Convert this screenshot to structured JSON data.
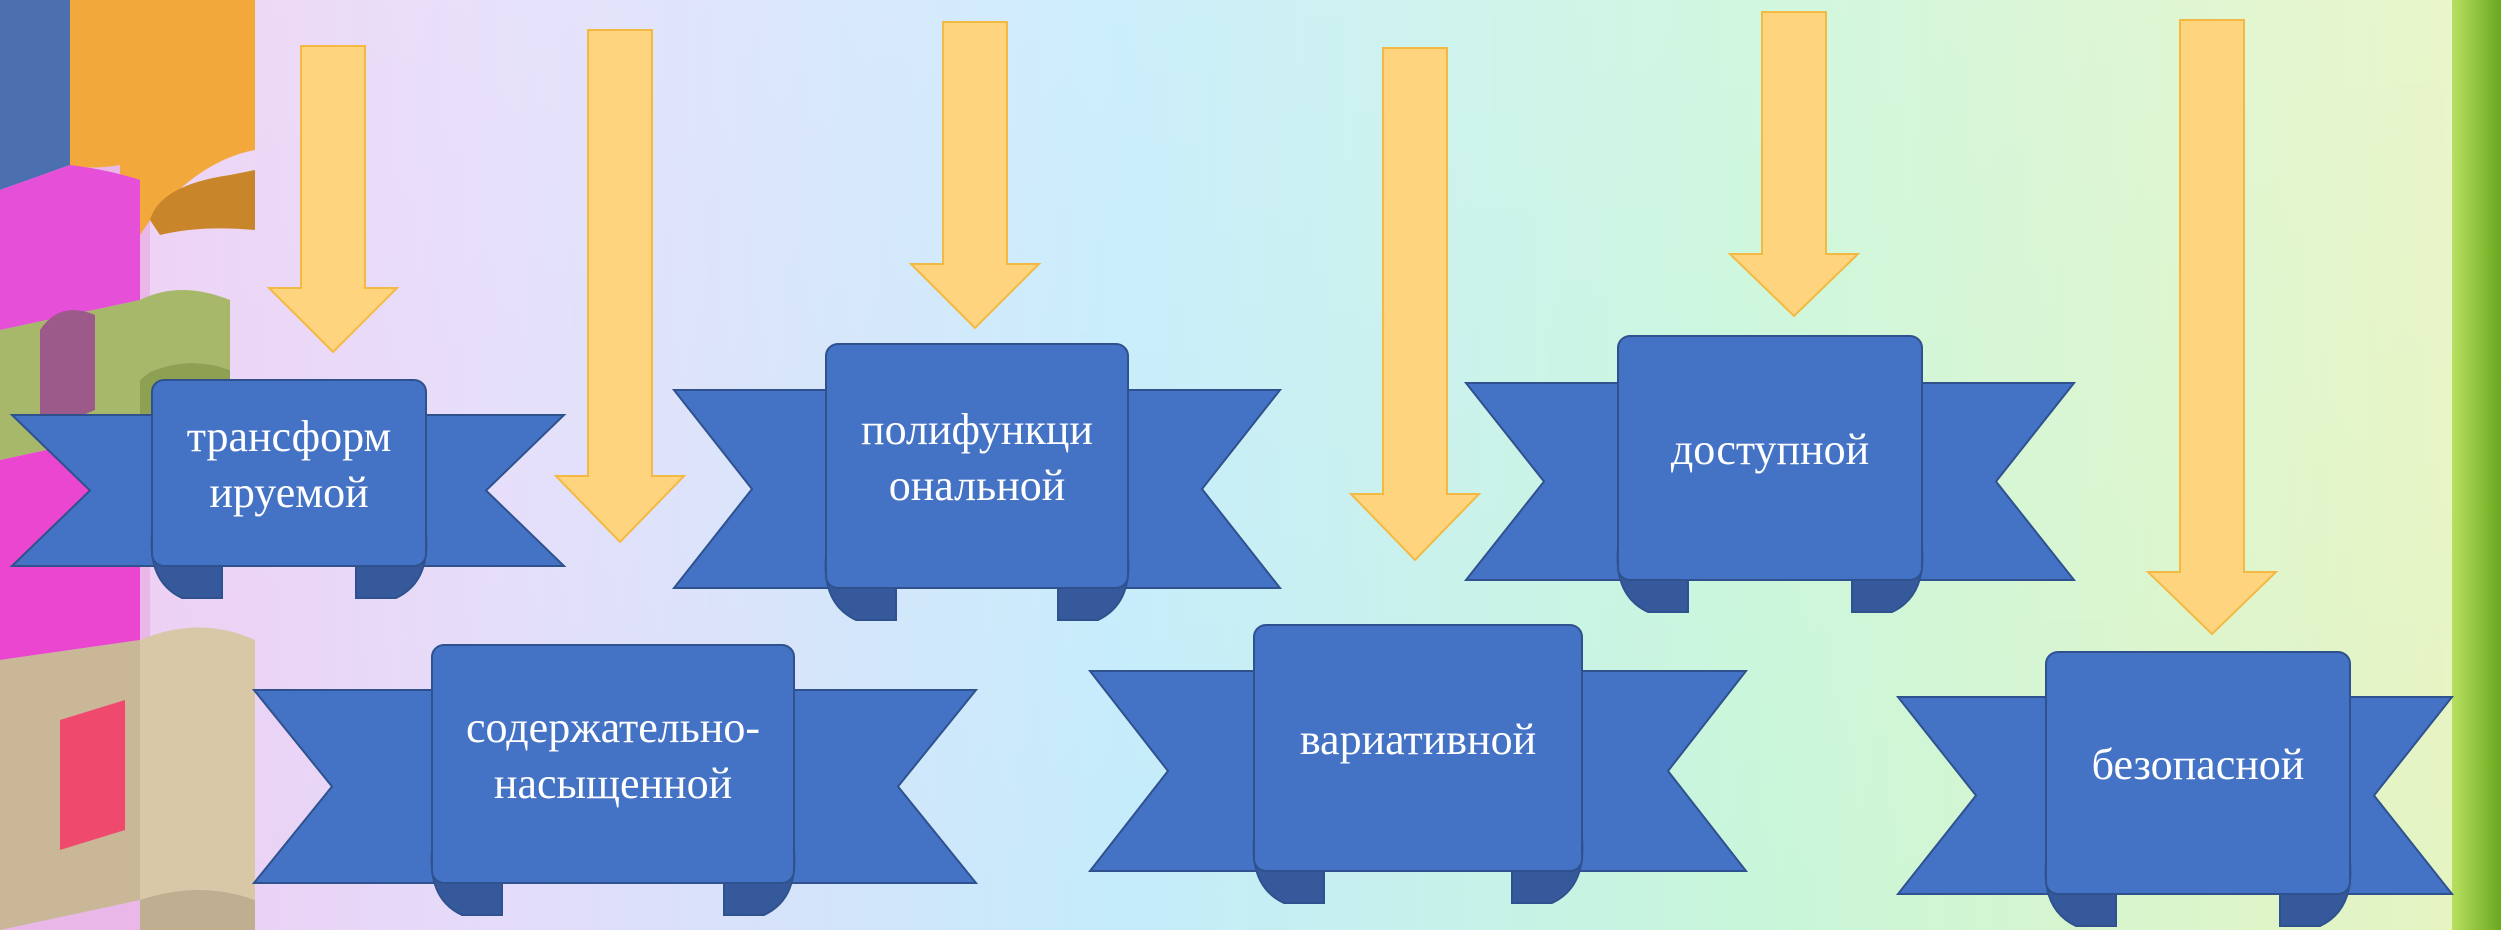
{
  "colors": {
    "banner_fill": "#4472c4",
    "banner_stroke": "#2f528f",
    "banner_fold": "#35599a",
    "arrow_fill": "#ffd47f",
    "arrow_stroke": "#f4b942",
    "text": "#ffffff"
  },
  "banners": [
    {
      "id": "transformable",
      "lines": [
        "трансформ",
        "ируемой"
      ]
    },
    {
      "id": "content-rich",
      "lines": [
        "содержательно-",
        "насыщенной"
      ]
    },
    {
      "id": "multifunctional",
      "lines": [
        "полифункци",
        "ональной"
      ]
    },
    {
      "id": "variable",
      "lines": [
        "вариативной"
      ]
    },
    {
      "id": "accessible",
      "lines": [
        "доступной"
      ]
    },
    {
      "id": "safe",
      "lines": [
        "безопасной"
      ]
    }
  ],
  "arrows": [
    {
      "id": "arrow-1",
      "target": "transformable"
    },
    {
      "id": "arrow-2",
      "target": "content-rich"
    },
    {
      "id": "arrow-3",
      "target": "multifunctional"
    },
    {
      "id": "arrow-4",
      "target": "variable"
    },
    {
      "id": "arrow-5",
      "target": "accessible"
    },
    {
      "id": "arrow-6",
      "target": "safe"
    }
  ]
}
